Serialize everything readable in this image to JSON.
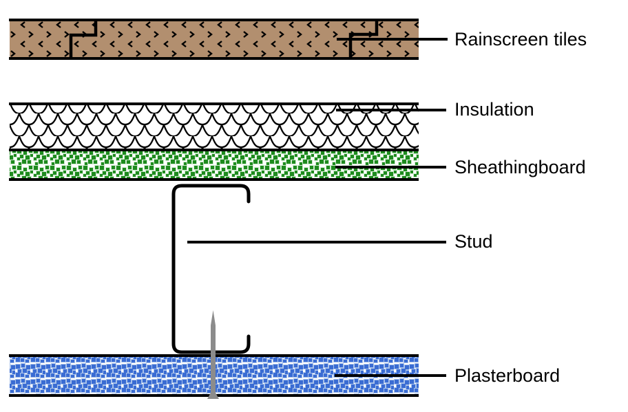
{
  "labels": [
    {
      "id": "rainscreen-tiles",
      "text": "Rainscreen tiles"
    },
    {
      "id": "insulation",
      "text": "Insulation"
    },
    {
      "id": "sheathingboard",
      "text": "Sheathingboard"
    },
    {
      "id": "stud",
      "text": "Stud"
    },
    {
      "id": "plasterboard",
      "text": "Plasterboard"
    }
  ],
  "colors": {
    "outline": "#000000",
    "rainscreen_fill": "#B28F6F",
    "insulation_fill": "#FFFFFF",
    "sheathing_square": "#1E8B1E",
    "sheathing_halo": "#CDE9CD",
    "plaster_square": "#3A6CD3",
    "plaster_halo": "#A9C2EA",
    "screw_gray": "#8C8C8C"
  }
}
